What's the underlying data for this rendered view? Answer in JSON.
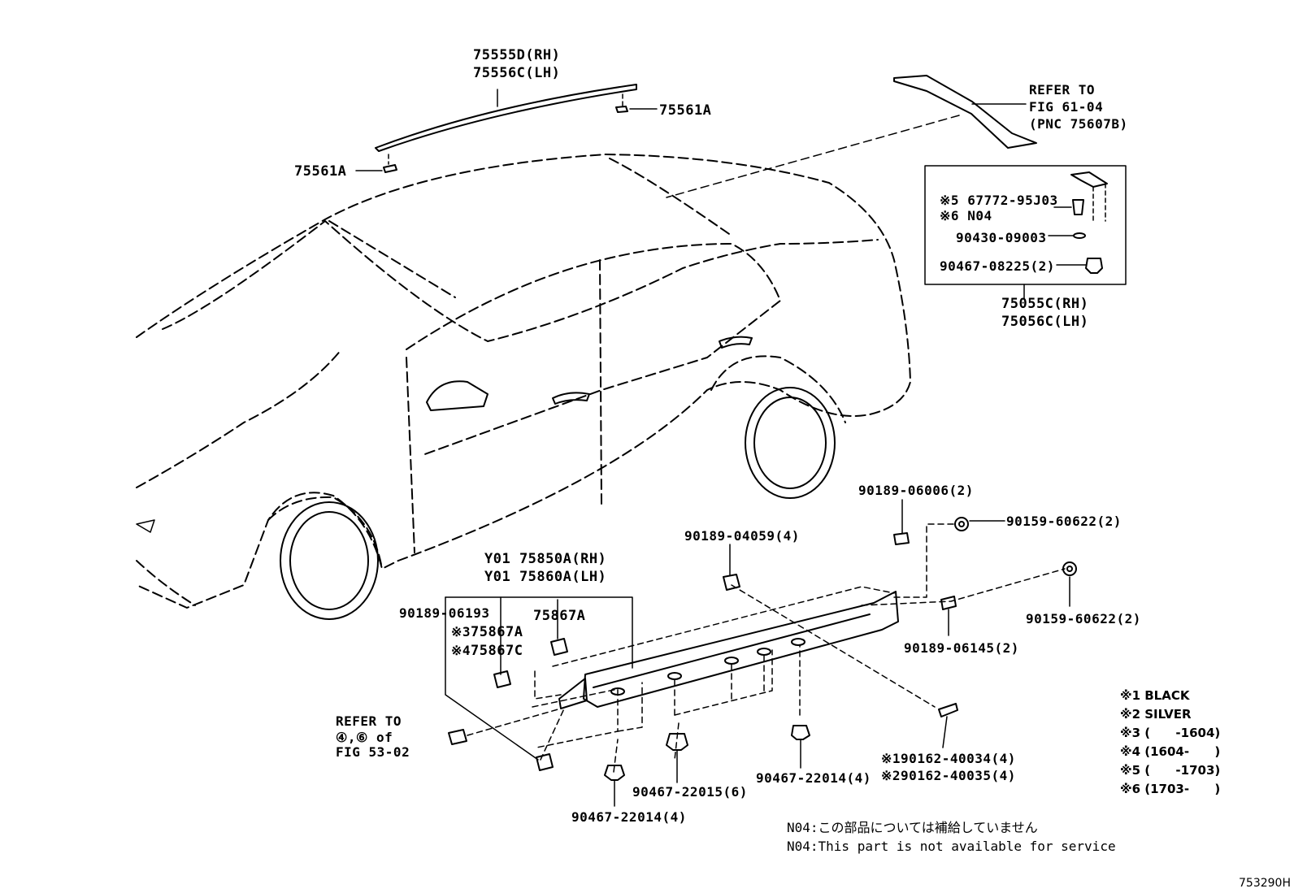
{
  "labels": {
    "roof_rh": "75555D(RH)",
    "roof_lh": "75556C(LH)",
    "clip_top": "75561A",
    "clip_left": "75561A",
    "refer_spoiler_1": "REFER TO",
    "refer_spoiler_2": "FIG 61-04",
    "refer_spoiler_3": "(PNC 75607B)",
    "inset_a_mark": "※5",
    "inset_a_part": "67772-95J03",
    "inset_b_mark": "※6",
    "inset_b_part": "N04",
    "inset_c_part": "90430-09003",
    "inset_d_part": "90467-08225(2)",
    "garnish_rh": "75055C(RH)",
    "garnish_lh": "75056C(LH)",
    "p90189_06006": "90189-06006(2)",
    "p90159_60622_a": "90159-60622(2)",
    "p90189_04059": "90189-04059(4)",
    "rocker_rh": "Y01 75850A(RH)",
    "rocker_lh": "Y01 75860A(LH)",
    "p90189_06193": "90189-06193",
    "p75867A_mark3": "※3",
    "p75867A_a": "75867A",
    "p75867A_b": "75867A",
    "p75867C_mark": "※4",
    "p75867C": "75867C",
    "p90159_60622_b": "90159-60622(2)",
    "p90189_06145": "90189-06145(2)",
    "refer_front_1": "REFER TO",
    "refer_front_2": "④,⑥ of",
    "refer_front_3": "FIG 53-02",
    "p90162_1_mark": "※1",
    "p90162_1": "90162-40034(4)",
    "p90162_2_mark": "※2",
    "p90162_2": "90162-40035(4)",
    "p90467_22015": "90467-22015(6)",
    "p90467_22014_a": "90467-22014(4)",
    "p90467_22014_b": "90467-22014(4)"
  },
  "legend": [
    "※1 BLACK",
    "※2 SILVER",
    "※3 (      -1604)",
    "※4 (1604-      )",
    "※5 (      -1703)",
    "※6 (1703-      )"
  ],
  "notes": {
    "n04_jp": "N04:この部品については補給していません",
    "n04_en": "N04:This part is not available for service"
  },
  "drawing_code": "753290H"
}
